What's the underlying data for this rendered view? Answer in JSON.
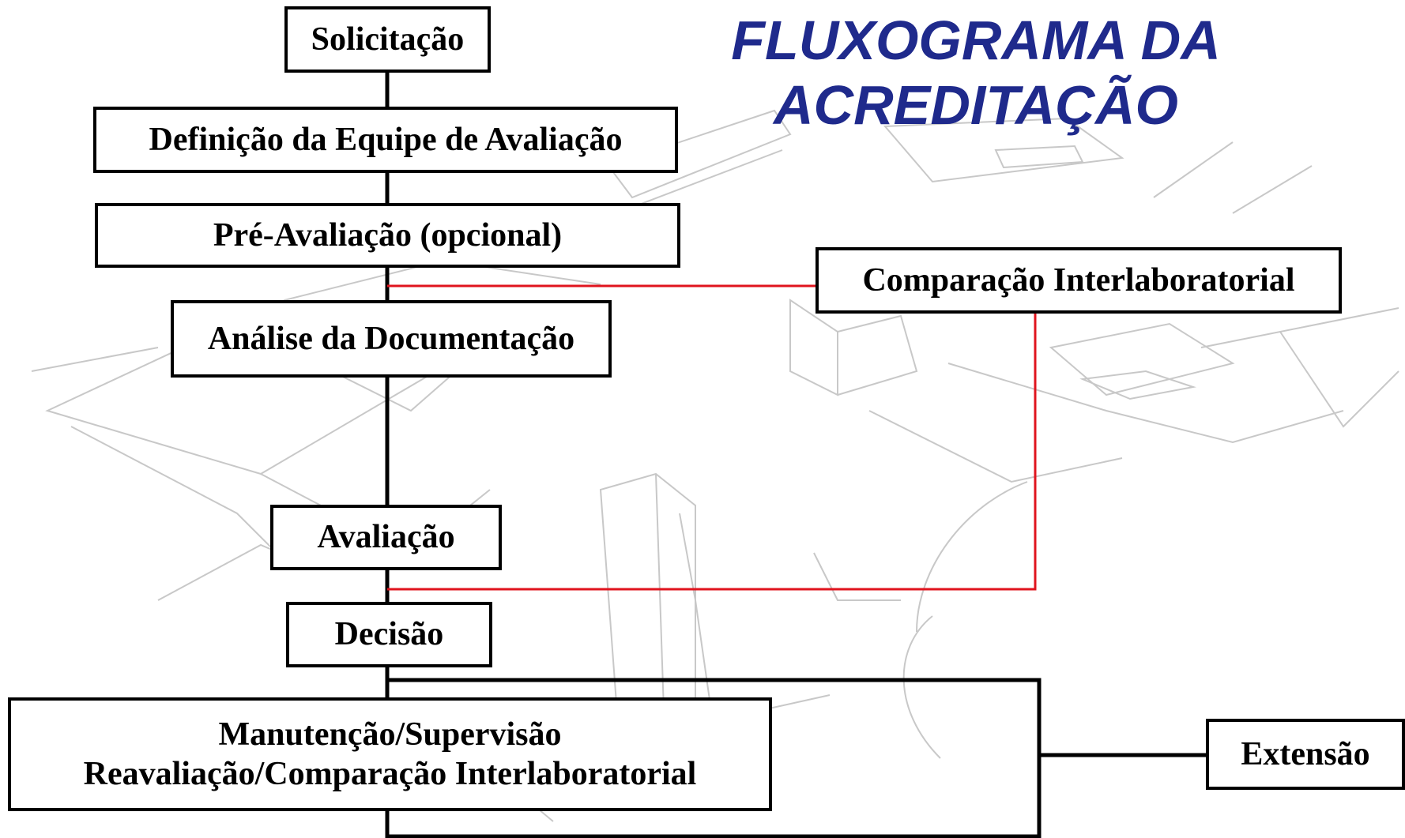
{
  "title": {
    "line1": "FLUXOGRAMA DA",
    "line2": "ACREDITAÇÃO",
    "color": "#1f2a8c"
  },
  "colors": {
    "main_line": "#000000",
    "secondary_line": "#e0141e",
    "background_sketch": "#c8c8c8"
  },
  "steps": {
    "solicitacao": "Solicitação",
    "definicao": "Definição da Equipe de Avaliação",
    "pre_avaliacao": "Pré-Avaliação (opcional)",
    "analise": "Análise da Documentação",
    "avaliacao": "Avaliação",
    "decisao": "Decisão",
    "manutencao_line1": "Manutenção/Supervisão",
    "manutencao_line2": "Reavaliação/Comparação Interlaboratorial",
    "comparacao": "Comparação Interlaboratorial",
    "extensao": "Extensão"
  }
}
